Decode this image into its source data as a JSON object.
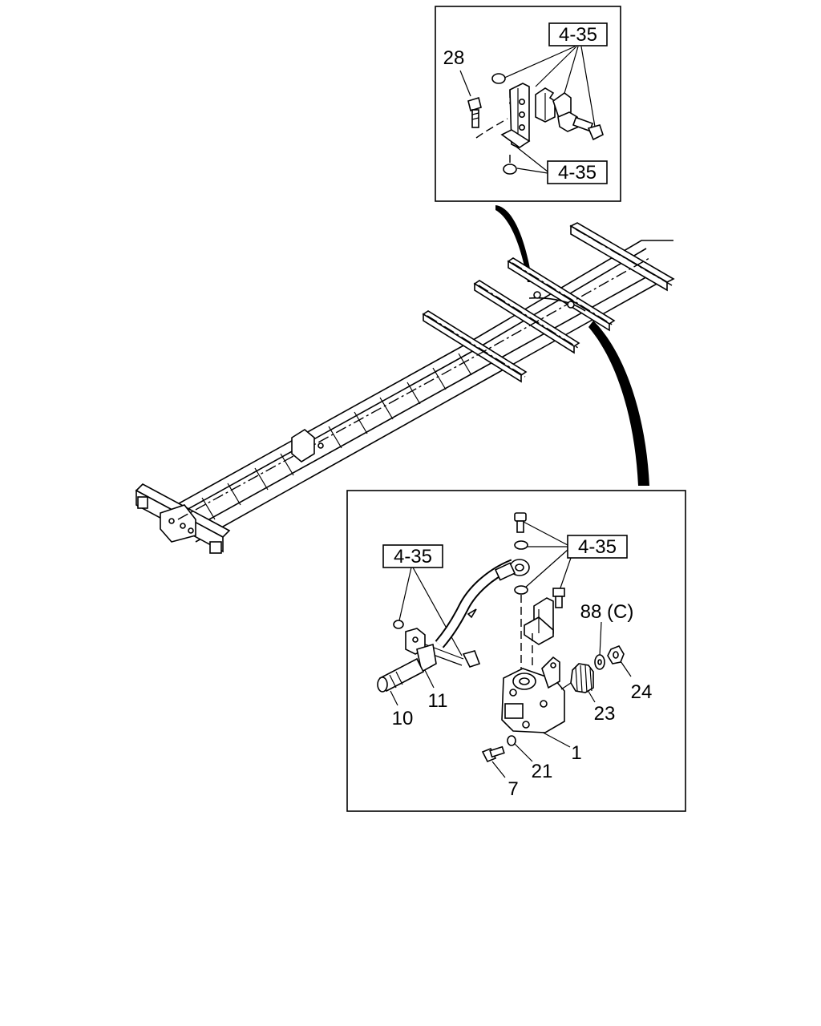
{
  "ref_label": "4-35",
  "callouts": {
    "p28": "28",
    "p88": "88 (C)",
    "p24": "24",
    "p23": "23",
    "p11": "11",
    "p10": "10",
    "p1": "1",
    "p21": "21",
    "p7": "7"
  }
}
